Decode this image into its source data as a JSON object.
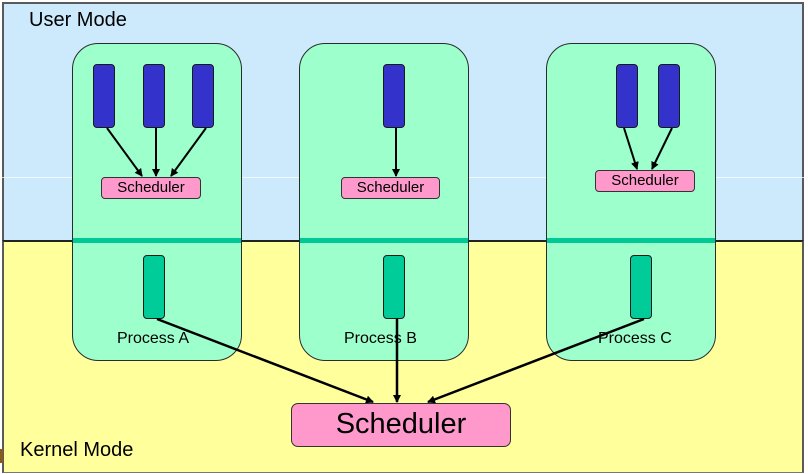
{
  "diagram": {
    "title": "Two-level threading model: user-level schedulers per process and kernel scheduler",
    "regions": {
      "user_mode_label": "User Mode",
      "kernel_mode_label": "Kernel Mode"
    },
    "processes": [
      {
        "id": "A",
        "label": "Process A",
        "user_threads": 3,
        "user_scheduler_label": "Scheduler",
        "kernel_threads": 1
      },
      {
        "id": "B",
        "label": "Process B",
        "user_threads": 1,
        "user_scheduler_label": "Scheduler",
        "kernel_threads": 1
      },
      {
        "id": "C",
        "label": "Process C",
        "user_threads": 2,
        "user_scheduler_label": "Scheduler",
        "kernel_threads": 1
      }
    ],
    "kernel_scheduler_label": "Scheduler",
    "edges": [
      {
        "from": "A.user_thread.1",
        "to": "A.scheduler"
      },
      {
        "from": "A.user_thread.2",
        "to": "A.scheduler"
      },
      {
        "from": "A.user_thread.3",
        "to": "A.scheduler"
      },
      {
        "from": "B.user_thread.1",
        "to": "B.scheduler"
      },
      {
        "from": "C.user_thread.1",
        "to": "C.scheduler"
      },
      {
        "from": "C.user_thread.2",
        "to": "C.scheduler"
      },
      {
        "from": "A.kernel_thread",
        "to": "kernel.scheduler"
      },
      {
        "from": "B.kernel_thread",
        "to": "kernel.scheduler"
      },
      {
        "from": "C.kernel_thread",
        "to": "kernel.scheduler"
      }
    ],
    "colors": {
      "user_mode_bg": "#cdeafd",
      "kernel_mode_bg": "#ffff9c",
      "process_bg": "#9cffcc",
      "boundary_line": "#00c896",
      "user_thread": "#3333cc",
      "kernel_thread": "#00cc99",
      "scheduler": "#ff99cc"
    }
  }
}
